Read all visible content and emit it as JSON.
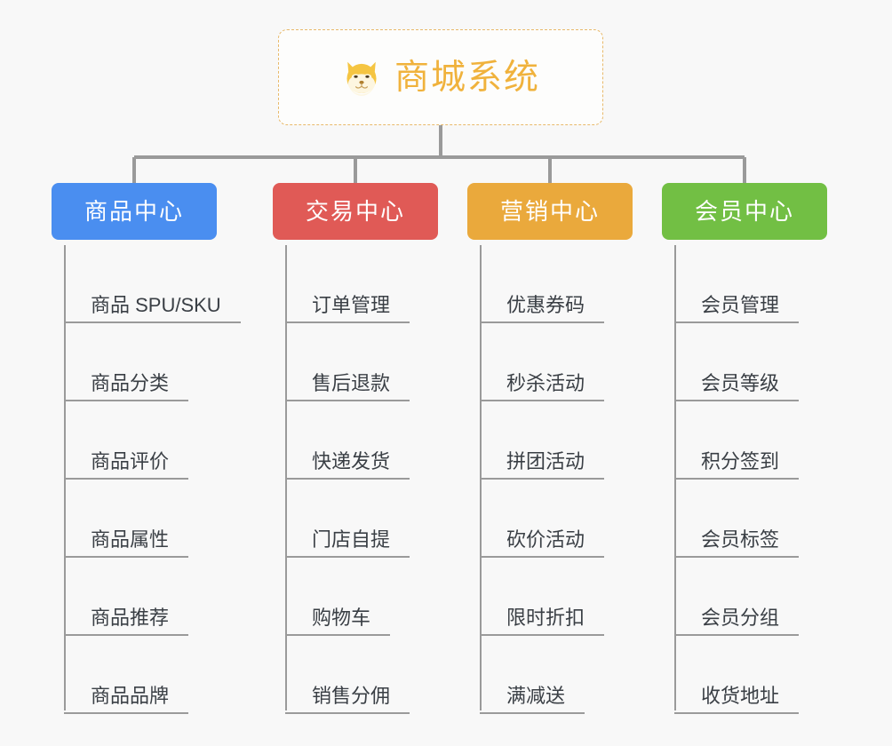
{
  "background_color": "#f8f8f8",
  "root": {
    "title": "商城系统",
    "icon": "shiba-dog-face-icon",
    "text_color": "#f0b23c",
    "border_color": "#e8b96a",
    "background_color": "#fdfdfc"
  },
  "connector_color": "#9a9a9a",
  "branches": [
    {
      "label": "商品中心",
      "color": "#4a8ef0",
      "items": [
        "商品 SPU/SKU",
        "商品分类",
        "商品评价",
        "商品属性",
        "商品推荐",
        "商品品牌"
      ]
    },
    {
      "label": "交易中心",
      "color": "#e05a56",
      "items": [
        "订单管理",
        "售后退款",
        "快递发货",
        "门店自提",
        "购物车",
        "销售分佣"
      ]
    },
    {
      "label": "营销中心",
      "color": "#eaa93c",
      "items": [
        "优惠券码",
        "秒杀活动",
        "拼团活动",
        "砍价活动",
        "限时折扣",
        "满减送"
      ]
    },
    {
      "label": "会员中心",
      "color": "#72bf44",
      "items": [
        "会员管理",
        "会员等级",
        "积分签到",
        "会员标签",
        "会员分组",
        "收货地址"
      ]
    }
  ]
}
